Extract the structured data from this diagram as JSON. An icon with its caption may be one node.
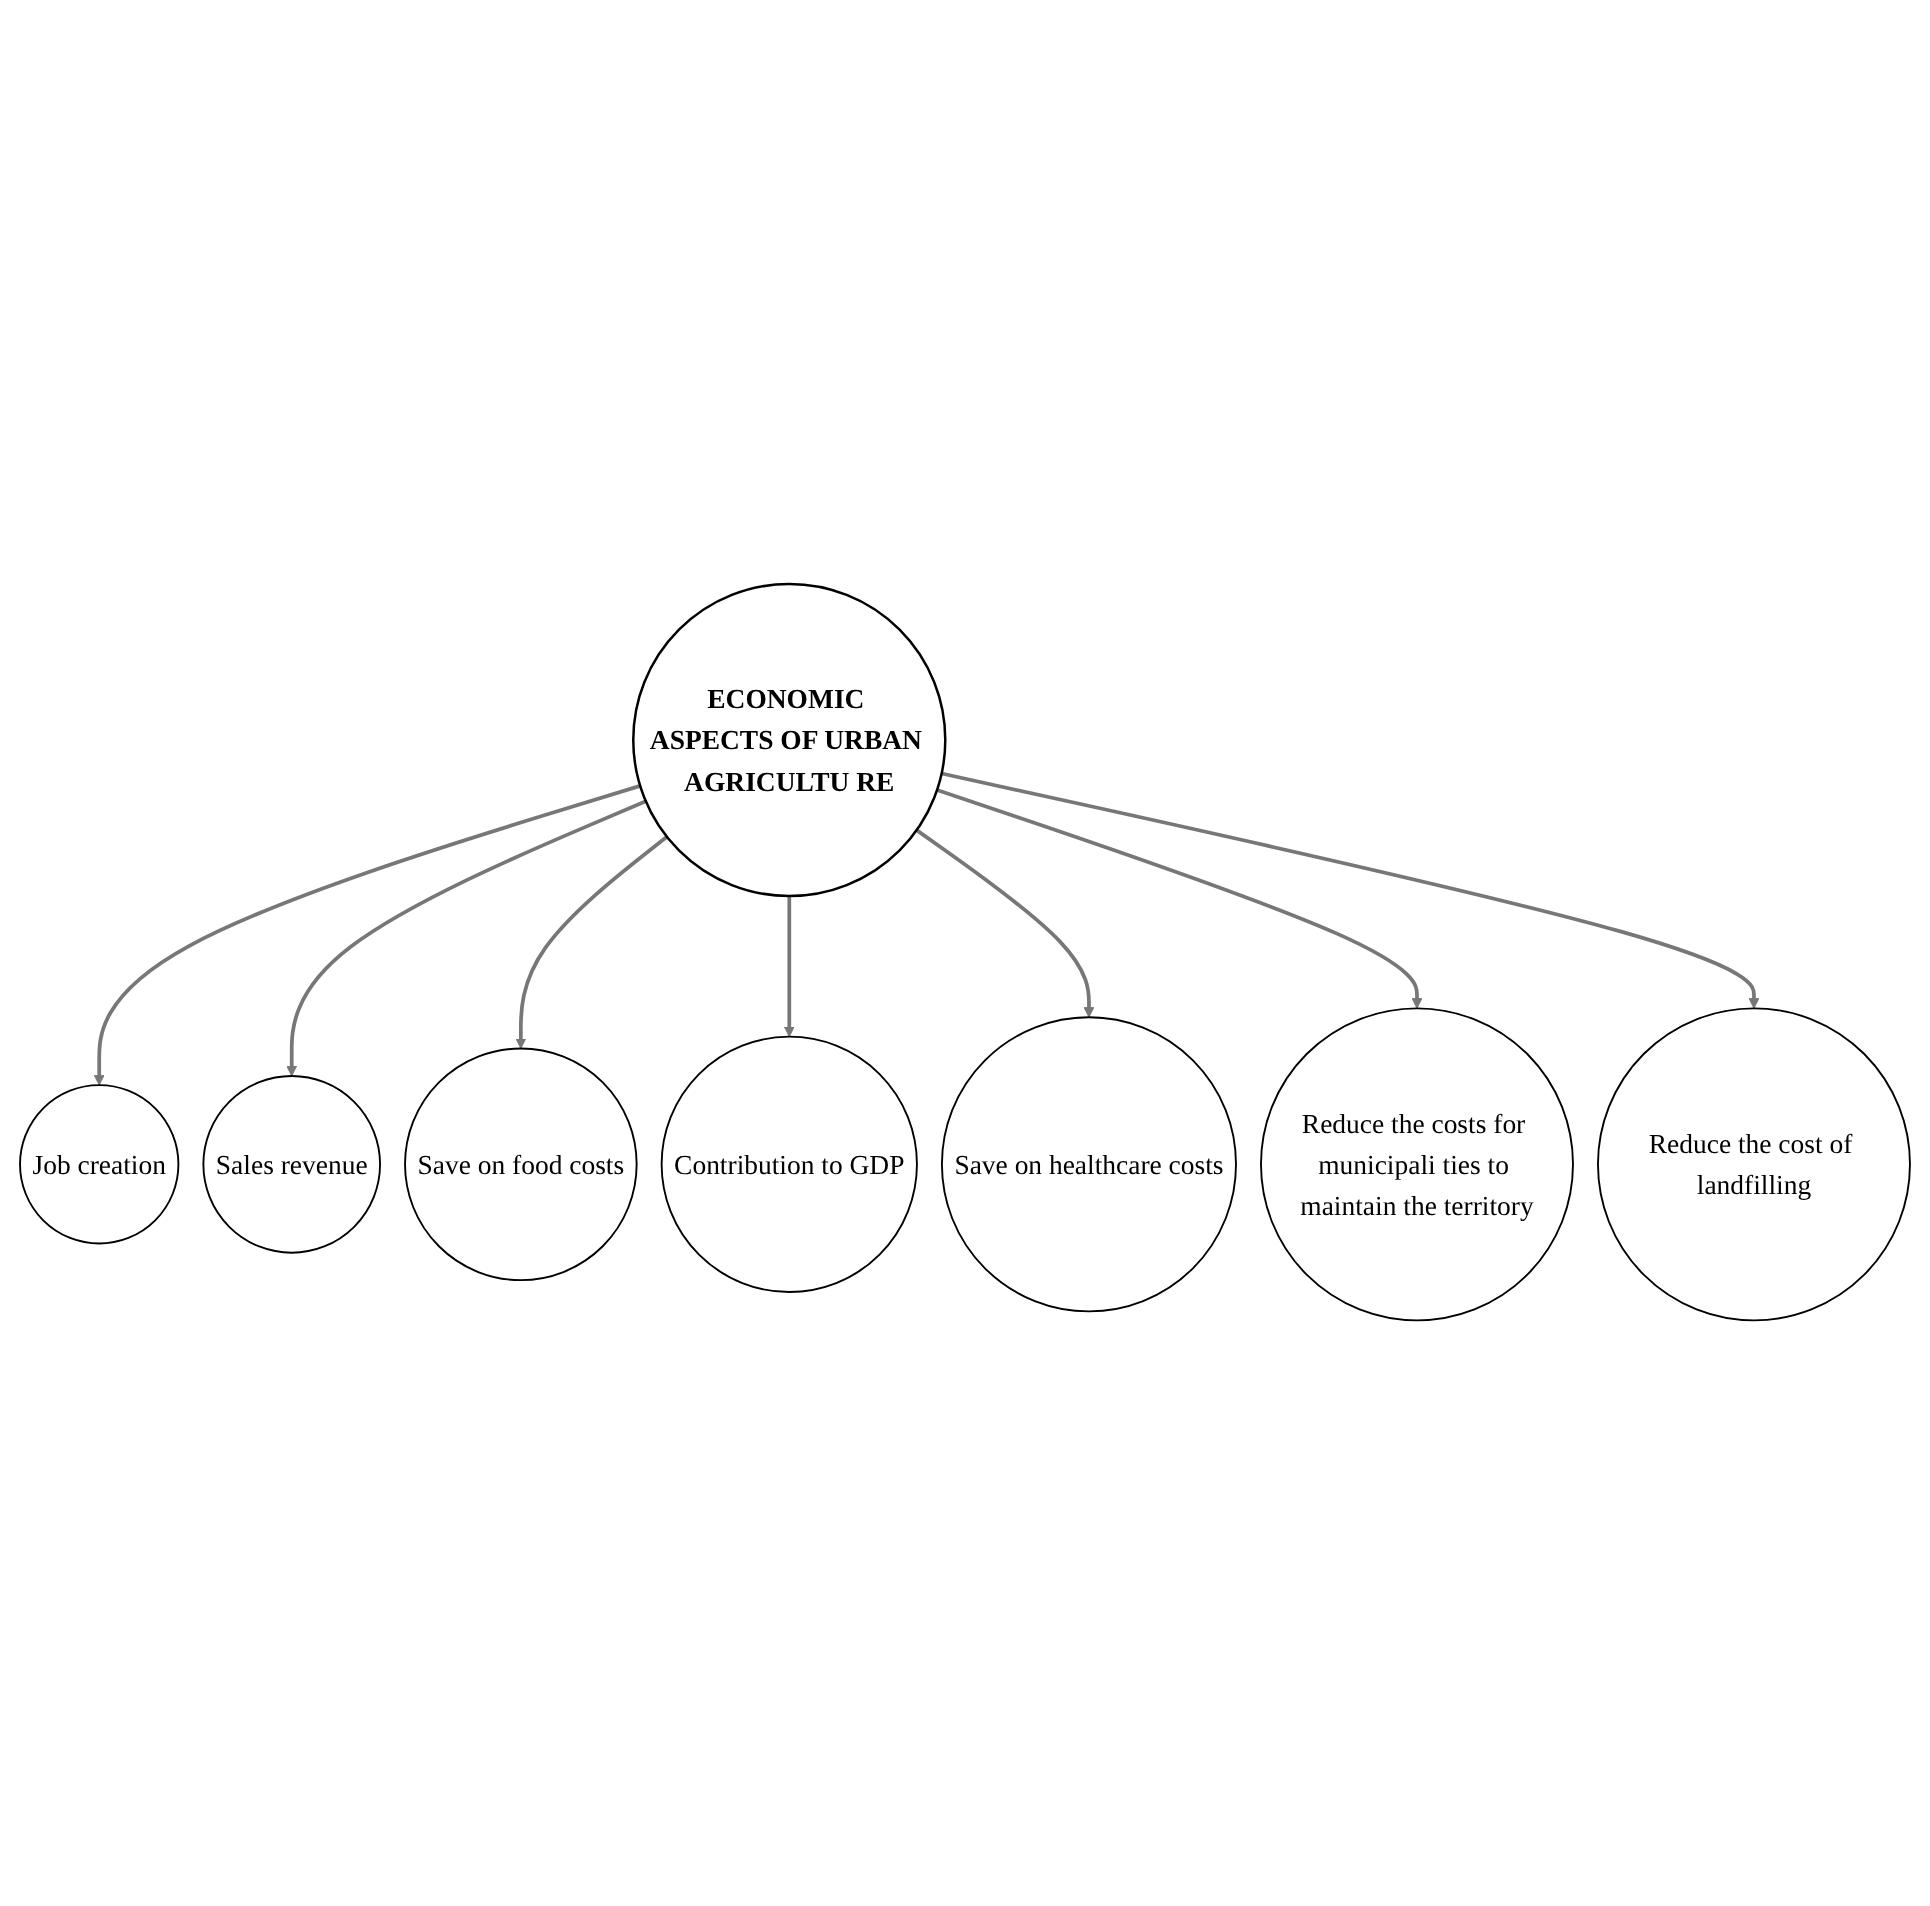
{
  "diagram": {
    "nodes": [
      {
        "text": [
          "ECONOMIC ASPECTS OF URBAN AGRICULTU RE"
        ]
      },
      {
        "text": [
          "Job creation"
        ]
      },
      {
        "text": [
          "Sales revenue"
        ]
      },
      {
        "text": [
          "Save on food costs"
        ]
      },
      {
        "text": [
          "Contribution to GDP"
        ]
      },
      {
        "text": [
          "Save on healthcare costs"
        ]
      },
      {
        "text": [
          "Reduce the costs for municipali ties to maintain the territory"
        ]
      },
      {
        "text": [
          "Reduce the cost of landfilling"
        ]
      }
    ],
    "edges": [
      {
        "from": 0,
        "to": 1,
        "arrow": "to"
      },
      {
        "from": 0,
        "to": 2,
        "arrow": "to"
      },
      {
        "from": 0,
        "to": 3,
        "arrow": "to"
      },
      {
        "from": 0,
        "to": 4,
        "arrow": "to"
      },
      {
        "from": 0,
        "to": 5,
        "arrow": "to"
      },
      {
        "from": 0,
        "to": 6,
        "arrow": "to"
      },
      {
        "from": 0,
        "to": 7,
        "arrow": "to"
      }
    ]
  }
}
